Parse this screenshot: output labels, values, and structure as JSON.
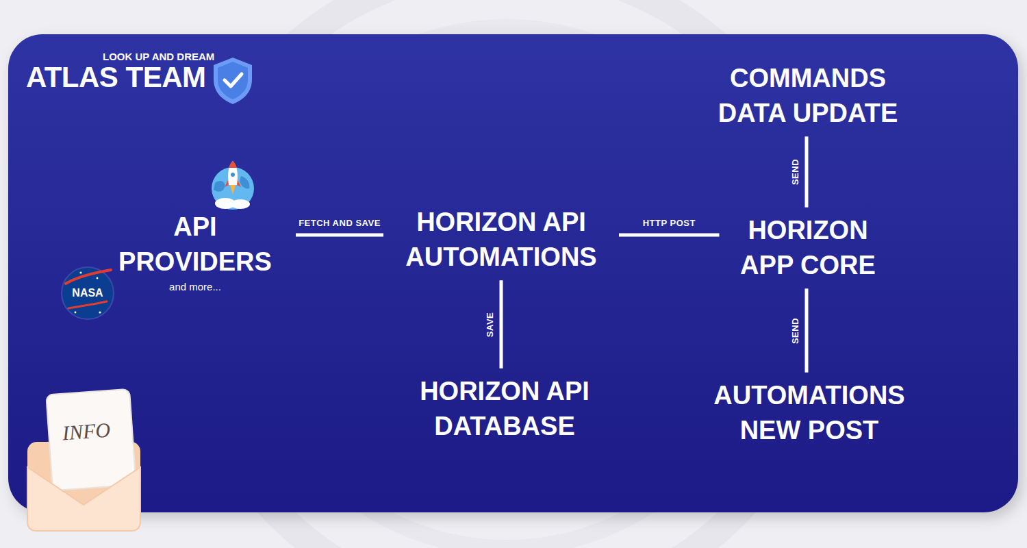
{
  "diagram": {
    "title": "ATLAS TEAM",
    "nodes": [
      {
        "text": [
          "API PROVIDERS",
          "and more..."
        ]
      },
      {
        "text": [
          "HORIZON API AUTOMATIONS"
        ]
      },
      {
        "text": [
          "HORIZON API DATABASE"
        ]
      },
      {
        "text": [
          "COMMANDS DATA UPDATE"
        ]
      },
      {
        "text": [
          "HORIZON APP CORE"
        ]
      },
      {
        "text": [
          "AUTOMATIONS NEW POST"
        ]
      }
    ],
    "edges": [
      {
        "from": 0,
        "to": 1,
        "label": "FETCH AND SAVE",
        "arrow": "none"
      },
      {
        "from": 1,
        "to": 2,
        "label": "SAVE",
        "arrow": "none"
      },
      {
        "from": 1,
        "to": 4,
        "label": "HTTP POST",
        "arrow": "none"
      },
      {
        "from": 4,
        "to": 3,
        "label": "SEND",
        "arrow": "none"
      },
      {
        "from": 4,
        "to": 5,
        "label": "SEND",
        "arrow": "none"
      }
    ],
    "labels": [
      "LOOK UP AND DREAM",
      "NASA",
      "INFO"
    ]
  }
}
